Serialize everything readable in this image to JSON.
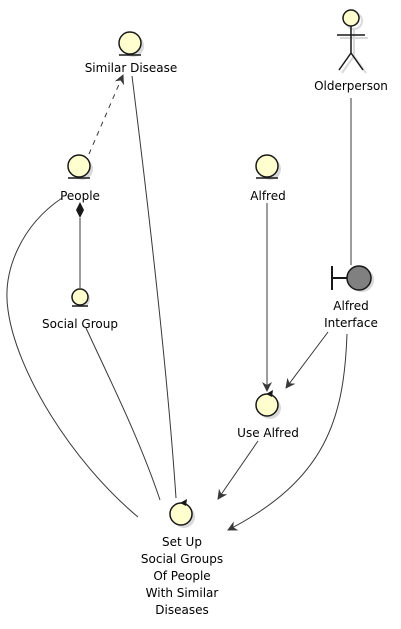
{
  "diagram": {
    "colors": {
      "node_fill": "#FEFECE",
      "node_stroke": "#181818",
      "edge": "#383838",
      "boundary_fill": "#808080",
      "shadow": "#D9D9D9"
    },
    "nodes": {
      "similar_disease": {
        "label": "Similar Disease",
        "kind": "entity"
      },
      "olderperson": {
        "label": "Olderperson",
        "kind": "actor"
      },
      "people": {
        "label": "People",
        "kind": "entity"
      },
      "alfred": {
        "label": "Alfred",
        "kind": "entity"
      },
      "social_group": {
        "label": "Social Group",
        "kind": "entity"
      },
      "alfred_interface": {
        "label_lines": [
          "Alfred",
          "Interface"
        ],
        "kind": "boundary"
      },
      "use_alfred": {
        "label": "Use Alfred",
        "kind": "control"
      },
      "set_up": {
        "label_lines": [
          "Set Up",
          "Social Groups",
          "Of People",
          "With Similar",
          "Diseases"
        ],
        "kind": "control"
      }
    },
    "edges": [
      {
        "from": "people",
        "to": "similar_disease",
        "style": "dashed-arrow"
      },
      {
        "from": "people",
        "to": "social_group",
        "style": "composition"
      },
      {
        "from": "people",
        "to": "set_up",
        "style": "line"
      },
      {
        "from": "similar_disease",
        "to": "set_up",
        "style": "line"
      },
      {
        "from": "social_group",
        "to": "set_up",
        "style": "line"
      },
      {
        "from": "olderperson",
        "to": "alfred_interface",
        "style": "line"
      },
      {
        "from": "alfred",
        "to": "use_alfred",
        "style": "arrow"
      },
      {
        "from": "alfred_interface",
        "to": "use_alfred",
        "style": "arrow"
      },
      {
        "from": "alfred_interface",
        "to": "set_up",
        "style": "arrow"
      },
      {
        "from": "use_alfred",
        "to": "set_up",
        "style": "arrow"
      }
    ]
  }
}
